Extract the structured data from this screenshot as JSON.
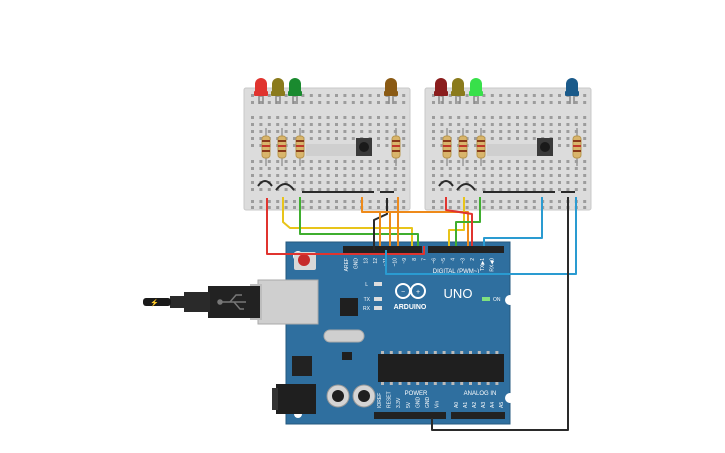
{
  "board": {
    "brand": "ARDUINO",
    "model": "UNO",
    "digital_label": "DIGITAL (PWM~)",
    "power_label": "POWER",
    "analog_label": "ANALOG IN",
    "on_label": "ON",
    "led_labels": [
      "L",
      "TX",
      "RX"
    ],
    "digital_pins": [
      "AREF",
      "GND",
      "13",
      "12",
      "~11",
      "~10",
      "~9",
      "8",
      "7",
      "~6",
      "~5",
      "4",
      "~3",
      "2",
      "TX▶1",
      "RX◀0"
    ],
    "power_pins": [
      "IOREF",
      "RESET",
      "3.3V",
      "5V",
      "GND",
      "GND",
      "Vin"
    ],
    "analog_pins": [
      "A0",
      "A1",
      "A2",
      "A3",
      "A4",
      "A5"
    ]
  },
  "left_board": {
    "leds": [
      {
        "color": "#e0342f"
      },
      {
        "color": "#8a7a1c"
      },
      {
        "color": "#1a8a2f"
      },
      {
        "color": "#8a5a14"
      }
    ]
  },
  "right_board": {
    "leds": [
      {
        "color": "#8a1d1d"
      },
      {
        "color": "#8a7a1c"
      },
      {
        "color": "#38e04a"
      },
      {
        "color": "#1a5a8a"
      }
    ]
  },
  "wire_colors": {
    "red": "#e0342f",
    "yellow": "#e8c41a",
    "green": "#3fae2f",
    "orange": "#ee8a1a",
    "blue": "#2a9bd1",
    "black": "#2a2a2a"
  }
}
